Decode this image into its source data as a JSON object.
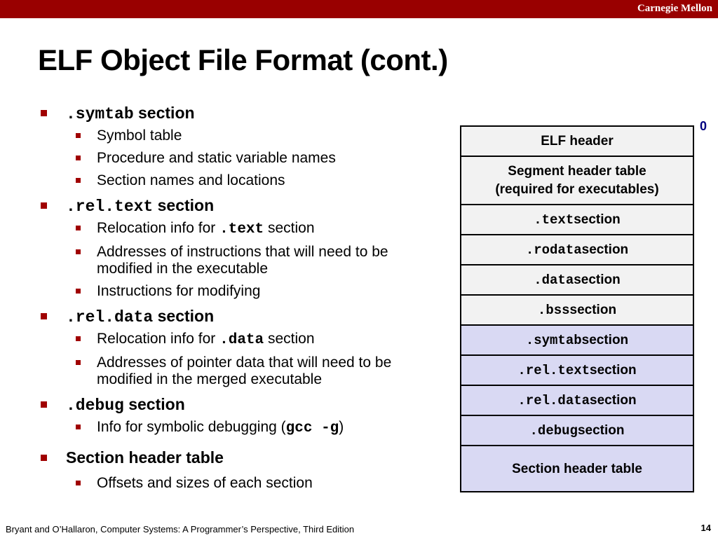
{
  "header": {
    "org": "Carnegie Mellon"
  },
  "slide": {
    "title": "ELF Object File Format (cont.)"
  },
  "bullets": [
    {
      "code": ".symtab",
      "text": " section",
      "subs": [
        {
          "text": "Symbol table"
        },
        {
          "text": "Procedure and static variable names"
        },
        {
          "text": "Section names and locations"
        }
      ]
    },
    {
      "code": ".rel.text",
      "text": " section",
      "subs": [
        {
          "pre": "Relocation info for ",
          "code": ".text",
          "post": " section"
        },
        {
          "text": "Addresses of instructions that will need to be modified in the executable"
        },
        {
          "text": "Instructions for modifying"
        }
      ]
    },
    {
      "code": ".rel.data",
      "text": " section",
      "subs": [
        {
          "pre": "Relocation info for ",
          "code": ".data",
          "post": " section"
        },
        {
          "text": "Addresses of pointer data that will need to be modified in the merged executable"
        }
      ]
    },
    {
      "code": ".debug",
      "text": " section",
      "subs": [
        {
          "pre": "Info for symbolic debugging (",
          "code": "gcc -g",
          "post": ")"
        }
      ]
    },
    {
      "code": "",
      "text": "Section header table",
      "subs": [
        {
          "text": "Offsets and sizes of each section"
        }
      ]
    }
  ],
  "diagram": {
    "offset_label": "0",
    "cells": [
      {
        "lines": [
          "ELF header"
        ],
        "code": "",
        "rest": "",
        "highlight": false
      },
      {
        "lines": [
          "Segment header table",
          "(required for executables)"
        ],
        "code": "",
        "rest": "",
        "highlight": false
      },
      {
        "code": ".text",
        "rest": " section",
        "highlight": false
      },
      {
        "code": ".rodata",
        "rest": " section",
        "highlight": false
      },
      {
        "code": ".data",
        "rest": " section",
        "highlight": false
      },
      {
        "code": ".bss",
        "rest": " section",
        "highlight": false
      },
      {
        "code": ".symtab",
        "rest": " section",
        "highlight": true
      },
      {
        "code": ".rel.text",
        "rest": " section",
        "highlight": true
      },
      {
        "code": ".rel.data",
        "rest": " section",
        "highlight": true
      },
      {
        "code": ".debug",
        "rest": " section",
        "highlight": true
      },
      {
        "lines": [
          "Section header table"
        ],
        "code": "",
        "rest": "",
        "highlight": true
      }
    ]
  },
  "footer": {
    "citation": "Bryant and O’Hallaron, Computer Systems: A Programmer’s Perspective, Third Edition",
    "page": "14"
  }
}
